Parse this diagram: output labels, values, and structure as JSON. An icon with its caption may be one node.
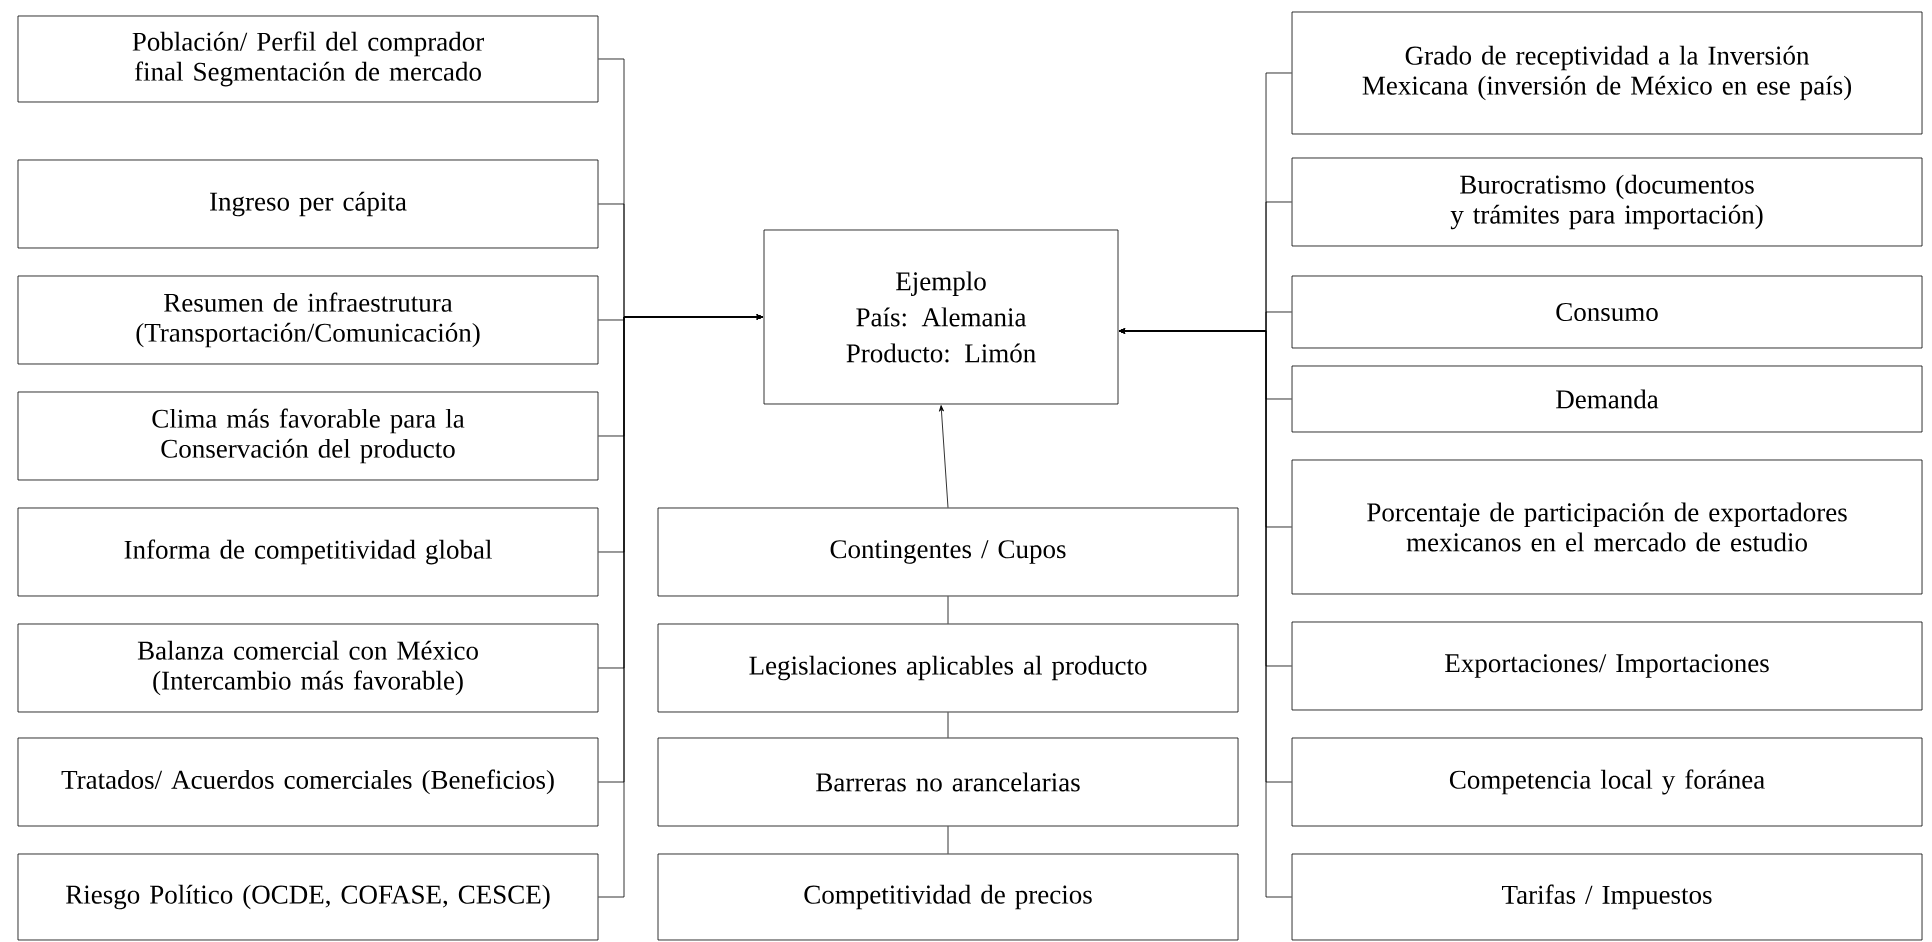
{
  "diagram": {
    "nodes": [
      {
        "text": [
          "Población/ Perfil del comprador final Segmentación de mercado"
        ]
      },
      {
        "text": [
          "Ingreso per cápita"
        ]
      },
      {
        "text": [
          "Resumen de infraestrutura (Transportación/Comunicación)"
        ]
      },
      {
        "text": [
          "Clima más favorable para la Conservación del producto"
        ]
      },
      {
        "text": [
          "Informa de competitividad global"
        ]
      },
      {
        "text": [
          "Balanza comercial con México (Intercambio más favorable)"
        ]
      },
      {
        "text": [
          "Tratados/ Acuerdos comerciales (Beneficios)"
        ]
      },
      {
        "text": [
          "Riesgo Político (OCDE, COFASE, CESCE)"
        ]
      },
      {
        "text": [
          "Ejemplo",
          "País: Alemania",
          "Producto: Limón"
        ]
      },
      {
        "text": [
          "Contingentes / Cupos"
        ]
      },
      {
        "text": [
          "Legislaciones aplicables al producto"
        ]
      },
      {
        "text": [
          "Barreras no arancelarias"
        ]
      },
      {
        "text": [
          "Competitividad de precios"
        ]
      },
      {
        "text": [
          "Grado de receptividad a la Inversión Mexicana (inversión de México en ese país)"
        ]
      },
      {
        "text": [
          "Burocratismo (documentos y trámites para importación)"
        ]
      },
      {
        "text": [
          "Consumo"
        ]
      },
      {
        "text": [
          "Demanda"
        ]
      },
      {
        "text": [
          "Porcentaje de participación de exportadores mexicanos en el mercado de estudio"
        ]
      },
      {
        "text": [
          "Exportaciones/ Importaciones"
        ]
      },
      {
        "text": [
          "Competencia local y foránea"
        ]
      },
      {
        "text": [
          "Tarifas / Impuestos"
        ]
      }
    ],
    "edges": [
      {
        "from": 0,
        "to": 8,
        "arrow": "to"
      },
      {
        "from": 1,
        "to": 8,
        "arrow": "to"
      },
      {
        "from": 2,
        "to": 8,
        "arrow": "to"
      },
      {
        "from": 3,
        "to": 8,
        "arrow": "to"
      },
      {
        "from": 4,
        "to": 8,
        "arrow": "to"
      },
      {
        "from": 5,
        "to": 8,
        "arrow": "to"
      },
      {
        "from": 6,
        "to": 8,
        "arrow": "to"
      },
      {
        "from": 7,
        "to": 8,
        "arrow": "to"
      },
      {
        "from": 9,
        "to": 8,
        "arrow": "to"
      },
      {
        "from": 10,
        "to": 9,
        "arrow": "none"
      },
      {
        "from": 11,
        "to": 10,
        "arrow": "none"
      },
      {
        "from": 12,
        "to": 11,
        "arrow": "none"
      },
      {
        "from": 13,
        "to": 8,
        "arrow": "to"
      },
      {
        "from": 14,
        "to": 8,
        "arrow": "to"
      },
      {
        "from": 15,
        "to": 8,
        "arrow": "to"
      },
      {
        "from": 16,
        "to": 8,
        "arrow": "to"
      },
      {
        "from": 17,
        "to": 8,
        "arrow": "to"
      },
      {
        "from": 18,
        "to": 8,
        "arrow": "to"
      },
      {
        "from": 19,
        "to": 8,
        "arrow": "to"
      },
      {
        "from": 20,
        "to": 8,
        "arrow": "to"
      }
    ]
  }
}
